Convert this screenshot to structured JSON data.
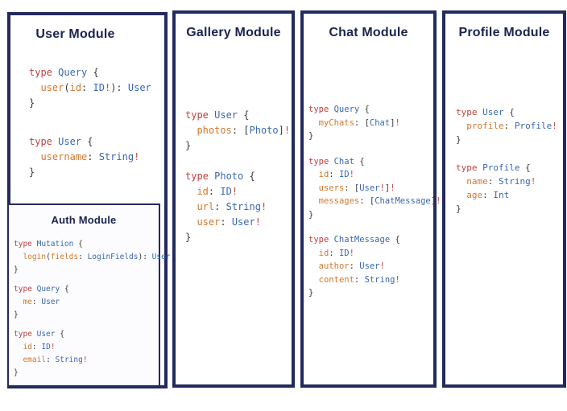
{
  "colors": {
    "border": "#232a5e",
    "title": "#1b2350",
    "keyword": "#bc4340",
    "type_name": "#3a68b0",
    "field_name": "#d1782e",
    "punctuation": "#3b3b3b",
    "bang": "#c6453a",
    "panel_background": "#ffffff",
    "auth_background": "#fcfcfe"
  },
  "modules": [
    {
      "id": "user",
      "title": "User Module",
      "code": [
        [
          [
            [
              "kw",
              "type "
            ],
            [
              "ty",
              "Query "
            ],
            [
              "pu",
              "{"
            ]
          ],
          [
            [
              "pu",
              "  "
            ],
            [
              "fd",
              "user"
            ],
            [
              "pu",
              "("
            ],
            [
              "fd",
              "id"
            ],
            [
              "pu",
              ": "
            ],
            [
              "ty",
              "ID"
            ],
            [
              "bg",
              "!"
            ],
            [
              "pu",
              "): "
            ],
            [
              "ty",
              "User"
            ]
          ],
          [
            [
              "pu",
              "}"
            ]
          ]
        ],
        [
          [
            [
              "kw",
              "type "
            ],
            [
              "ty",
              "User "
            ],
            [
              "pu",
              "{"
            ]
          ],
          [
            [
              "pu",
              "  "
            ],
            [
              "fd",
              "username"
            ],
            [
              "pu",
              ": "
            ],
            [
              "ty",
              "String"
            ],
            [
              "bg",
              "!"
            ]
          ],
          [
            [
              "pu",
              "}"
            ]
          ]
        ]
      ],
      "nested": {
        "id": "auth",
        "title": "Auth Module",
        "code": [
          [
            [
              [
                "kw",
                "type "
              ],
              [
                "ty",
                "Mutation "
              ],
              [
                "pu",
                "{"
              ]
            ],
            [
              [
                "pu",
                "  "
              ],
              [
                "fd",
                "login"
              ],
              [
                "pu",
                "("
              ],
              [
                "fd",
                "fields"
              ],
              [
                "pu",
                ": "
              ],
              [
                "ty",
                "LoginFields"
              ],
              [
                "pu",
                "): "
              ],
              [
                "ty",
                "User"
              ]
            ],
            [
              [
                "pu",
                "}"
              ]
            ]
          ],
          [
            [
              [
                "kw",
                "type "
              ],
              [
                "ty",
                "Query "
              ],
              [
                "pu",
                "{"
              ]
            ],
            [
              [
                "pu",
                "  "
              ],
              [
                "fd",
                "me"
              ],
              [
                "pu",
                ": "
              ],
              [
                "ty",
                "User"
              ]
            ],
            [
              [
                "pu",
                "}"
              ]
            ]
          ],
          [
            [
              [
                "kw",
                "type "
              ],
              [
                "ty",
                "User "
              ],
              [
                "pu",
                "{"
              ]
            ],
            [
              [
                "pu",
                "  "
              ],
              [
                "fd",
                "id"
              ],
              [
                "pu",
                ": "
              ],
              [
                "ty",
                "ID"
              ],
              [
                "bg",
                "!"
              ]
            ],
            [
              [
                "pu",
                "  "
              ],
              [
                "fd",
                "email"
              ],
              [
                "pu",
                ": "
              ],
              [
                "ty",
                "String"
              ],
              [
                "bg",
                "!"
              ]
            ],
            [
              [
                "pu",
                "}"
              ]
            ]
          ]
        ]
      }
    },
    {
      "id": "gallery",
      "title": "Gallery Module",
      "code": [
        [
          [
            [
              "kw",
              "type "
            ],
            [
              "ty",
              "User "
            ],
            [
              "pu",
              "{"
            ]
          ],
          [
            [
              "pu",
              "  "
            ],
            [
              "fd",
              "photos"
            ],
            [
              "pu",
              ": ["
            ],
            [
              "ty",
              "Photo"
            ],
            [
              "pu",
              "]"
            ],
            [
              "bg",
              "!"
            ]
          ],
          [
            [
              "pu",
              "}"
            ]
          ]
        ],
        [
          [
            [
              "kw",
              "type "
            ],
            [
              "ty",
              "Photo "
            ],
            [
              "pu",
              "{"
            ]
          ],
          [
            [
              "pu",
              "  "
            ],
            [
              "fd",
              "id"
            ],
            [
              "pu",
              ": "
            ],
            [
              "ty",
              "ID"
            ],
            [
              "bg",
              "!"
            ]
          ],
          [
            [
              "pu",
              "  "
            ],
            [
              "fd",
              "url"
            ],
            [
              "pu",
              ": "
            ],
            [
              "ty",
              "String"
            ],
            [
              "bg",
              "!"
            ]
          ],
          [
            [
              "pu",
              "  "
            ],
            [
              "fd",
              "user"
            ],
            [
              "pu",
              ": "
            ],
            [
              "ty",
              "User"
            ],
            [
              "bg",
              "!"
            ]
          ],
          [
            [
              "pu",
              "}"
            ]
          ]
        ]
      ]
    },
    {
      "id": "chat",
      "title": "Chat Module",
      "code": [
        [
          [
            [
              "kw",
              "type "
            ],
            [
              "ty",
              "Query "
            ],
            [
              "pu",
              "{"
            ]
          ],
          [
            [
              "pu",
              "  "
            ],
            [
              "fd",
              "myChats"
            ],
            [
              "pu",
              ": ["
            ],
            [
              "ty",
              "Chat"
            ],
            [
              "pu",
              "]"
            ],
            [
              "bg",
              "!"
            ]
          ],
          [
            [
              "pu",
              "}"
            ]
          ]
        ],
        [
          [
            [
              "kw",
              "type "
            ],
            [
              "ty",
              "Chat "
            ],
            [
              "pu",
              "{"
            ]
          ],
          [
            [
              "pu",
              "  "
            ],
            [
              "fd",
              "id"
            ],
            [
              "pu",
              ": "
            ],
            [
              "ty",
              "ID"
            ],
            [
              "bg",
              "!"
            ]
          ],
          [
            [
              "pu",
              "  "
            ],
            [
              "fd",
              "users"
            ],
            [
              "pu",
              ": ["
            ],
            [
              "ty",
              "User"
            ],
            [
              "bg",
              "!"
            ],
            [
              "pu",
              "]"
            ],
            [
              "bg",
              "!"
            ]
          ],
          [
            [
              "pu",
              "  "
            ],
            [
              "fd",
              "messages"
            ],
            [
              "pu",
              ": ["
            ],
            [
              "ty",
              "ChatMessage"
            ],
            [
              "pu",
              "]"
            ],
            [
              "bg",
              "!"
            ]
          ],
          [
            [
              "pu",
              "}"
            ]
          ]
        ],
        [
          [
            [
              "kw",
              "type "
            ],
            [
              "ty",
              "ChatMessage "
            ],
            [
              "pu",
              "{"
            ]
          ],
          [
            [
              "pu",
              "  "
            ],
            [
              "fd",
              "id"
            ],
            [
              "pu",
              ": "
            ],
            [
              "ty",
              "ID"
            ],
            [
              "bg",
              "!"
            ]
          ],
          [
            [
              "pu",
              "  "
            ],
            [
              "fd",
              "author"
            ],
            [
              "pu",
              ": "
            ],
            [
              "ty",
              "User"
            ],
            [
              "bg",
              "!"
            ]
          ],
          [
            [
              "pu",
              "  "
            ],
            [
              "fd",
              "content"
            ],
            [
              "pu",
              ": "
            ],
            [
              "ty",
              "String"
            ],
            [
              "bg",
              "!"
            ]
          ],
          [
            [
              "pu",
              "}"
            ]
          ]
        ]
      ]
    },
    {
      "id": "profile",
      "title": "Profile Module",
      "code": [
        [
          [
            [
              "kw",
              "type "
            ],
            [
              "ty",
              "User "
            ],
            [
              "pu",
              "{"
            ]
          ],
          [
            [
              "pu",
              "  "
            ],
            [
              "fd",
              "profile"
            ],
            [
              "pu",
              ": "
            ],
            [
              "ty",
              "Profile"
            ],
            [
              "bg",
              "!"
            ]
          ],
          [
            [
              "pu",
              "}"
            ]
          ]
        ],
        [
          [
            [
              "kw",
              "type "
            ],
            [
              "ty",
              "Profile "
            ],
            [
              "pu",
              "{"
            ]
          ],
          [
            [
              "pu",
              "  "
            ],
            [
              "fd",
              "name"
            ],
            [
              "pu",
              ": "
            ],
            [
              "ty",
              "String"
            ],
            [
              "bg",
              "!"
            ]
          ],
          [
            [
              "pu",
              "  "
            ],
            [
              "fd",
              "age"
            ],
            [
              "pu",
              ": "
            ],
            [
              "ty",
              "Int"
            ]
          ],
          [
            [
              "pu",
              "}"
            ]
          ]
        ]
      ]
    }
  ]
}
